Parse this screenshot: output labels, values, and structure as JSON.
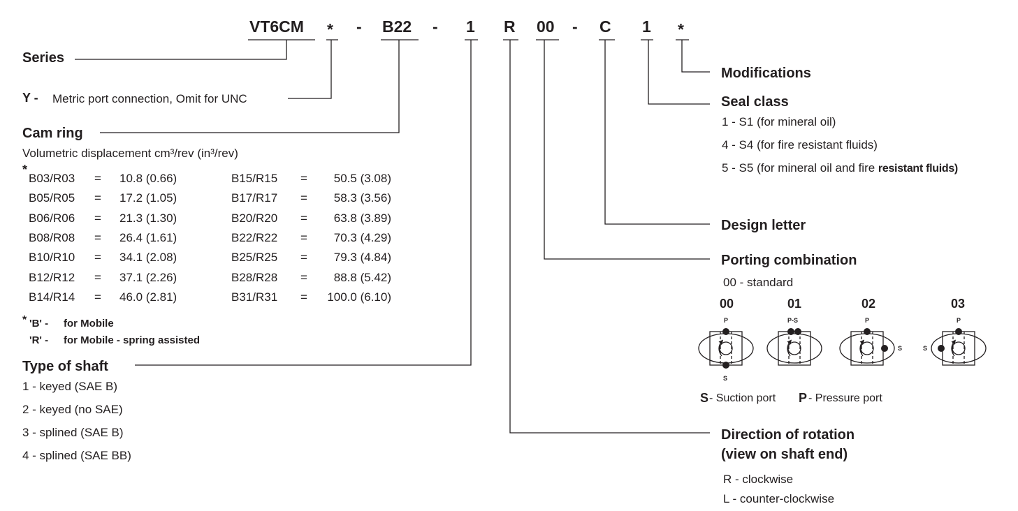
{
  "model_code": {
    "series": "VT6CM",
    "metric_mark": "*",
    "dash1": "-",
    "cam_ring": "B22",
    "dash2": "-",
    "shaft": "1",
    "rotation": "R",
    "porting": "00",
    "dash3": "-",
    "design": "C",
    "seal": "1",
    "modifications_mark": "*"
  },
  "left": {
    "series_label": "Series",
    "metric": {
      "prefix": "Y -",
      "text": "Metric port connection, Omit for UNC"
    },
    "cam_ring": {
      "title": "Cam ring",
      "subtitle": "Volumetric displacement cm³/rev (in³/rev)",
      "star": "*",
      "eq": "=",
      "col1": [
        {
          "code": "B03/R03",
          "value": "10.8 (0.66)"
        },
        {
          "code": "B05/R05",
          "value": "17.2 (1.05)"
        },
        {
          "code": "B06/R06",
          "value": "21.3 (1.30)"
        },
        {
          "code": "B08/R08",
          "value": "26.4 (1.61)"
        },
        {
          "code": "B10/R10",
          "value": "34.1 (2.08)"
        },
        {
          "code": "B12/R12",
          "value": "37.1 (2.26)"
        },
        {
          "code": "B14/R14",
          "value": "46.0 (2.81)"
        }
      ],
      "col2": [
        {
          "code": "B15/R15",
          "value": "50.5 (3.08)"
        },
        {
          "code": "B17/R17",
          "value": "58.3 (3.56)"
        },
        {
          "code": "B20/R20",
          "value": "63.8 (3.89)"
        },
        {
          "code": "B22/R22",
          "value": "70.3 (4.29)"
        },
        {
          "code": "B25/R25",
          "value": "79.3 (4.84)"
        },
        {
          "code": "B28/R28",
          "value": "88.8 (5.42)"
        },
        {
          "code": "B31/R31",
          "value": "100.0 (6.10)"
        }
      ],
      "notes": [
        {
          "star": "*",
          "key": "'B' -",
          "text": "for Mobile"
        },
        {
          "star": "",
          "key": "'R' -",
          "text": "for Mobile - spring assisted"
        }
      ]
    },
    "shaft": {
      "title": "Type of shaft",
      "items": [
        "1 - keyed (SAE B)",
        "2 - keyed (no SAE)",
        "3 - splined (SAE B)",
        "4 - splined (SAE BB)"
      ]
    }
  },
  "right": {
    "modifications": "Modifications",
    "seal": {
      "title": "Seal class",
      "items": [
        "1 - S1 (for mineral oil)",
        "4 - S4 (for fire resistant fluids)",
        "5 - S5 (for mineral oil and fire "
      ],
      "item3_bold": "resistant fluids)"
    },
    "design_letter": "Design letter",
    "porting": {
      "title": "Porting combination",
      "standard": "00 - standard",
      "codes": [
        "00",
        "01",
        "02",
        "03"
      ],
      "port_labels": {
        "p": "P",
        "s": "S",
        "ps": "P-S"
      },
      "legend": {
        "s_key": "S",
        "s_text": "- Suction port",
        "p_key": "P",
        "p_text": "- Pressure port"
      }
    },
    "rotation": {
      "title1": "Direction of rotation",
      "title2": "(view on shaft end)",
      "items": [
        "R - clockwise",
        "L - counter-clockwise"
      ]
    }
  }
}
